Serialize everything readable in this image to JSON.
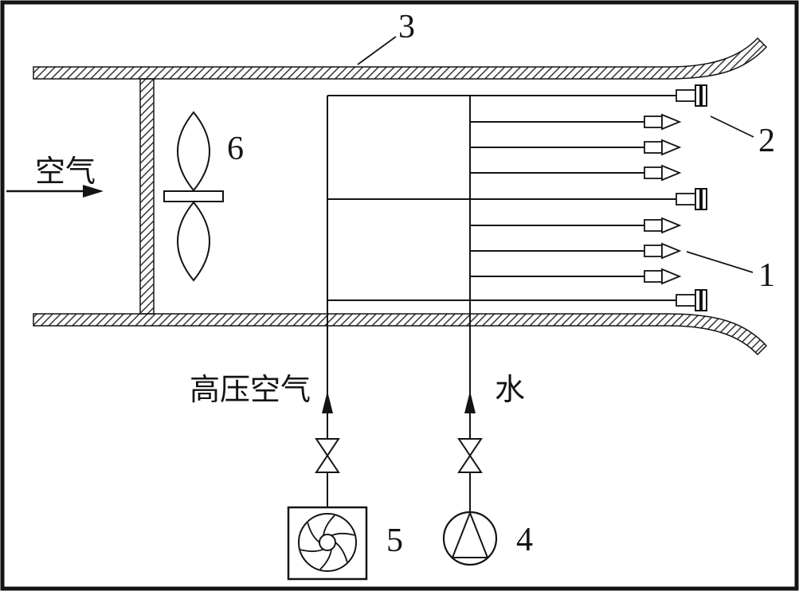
{
  "figure": {
    "type": "technical-diagram",
    "description_labels": {
      "duct": "3",
      "nozzle_air": "2",
      "nozzle_water": "1",
      "fan": "6",
      "compressor": "5",
      "pump": "4"
    },
    "texts": {
      "air_inlet": "空气",
      "high_pressure_air": "高压空气",
      "water": "水"
    },
    "colors": {
      "line": "#141414",
      "background": "#ffffff"
    }
  }
}
